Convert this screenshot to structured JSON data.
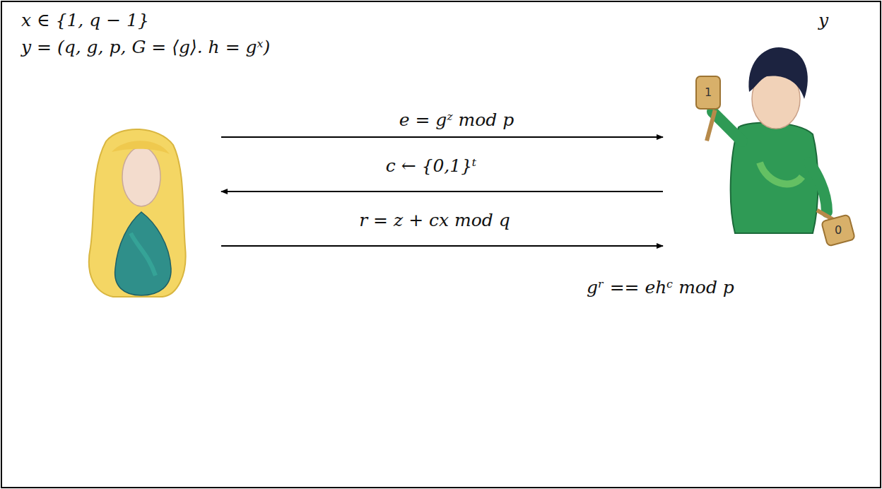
{
  "diagram": {
    "labels": [
      "x ∈ {1, q − 1}",
      "y = (q, g, p, G = ⟨g⟩. h = gˣ)",
      "y",
      "e = gᶻ mod p",
      "c ← {0,1}ᵗ",
      "r = z + cx mod q",
      "gʳ == ehᶜ mod p",
      "1",
      "0"
    ]
  }
}
